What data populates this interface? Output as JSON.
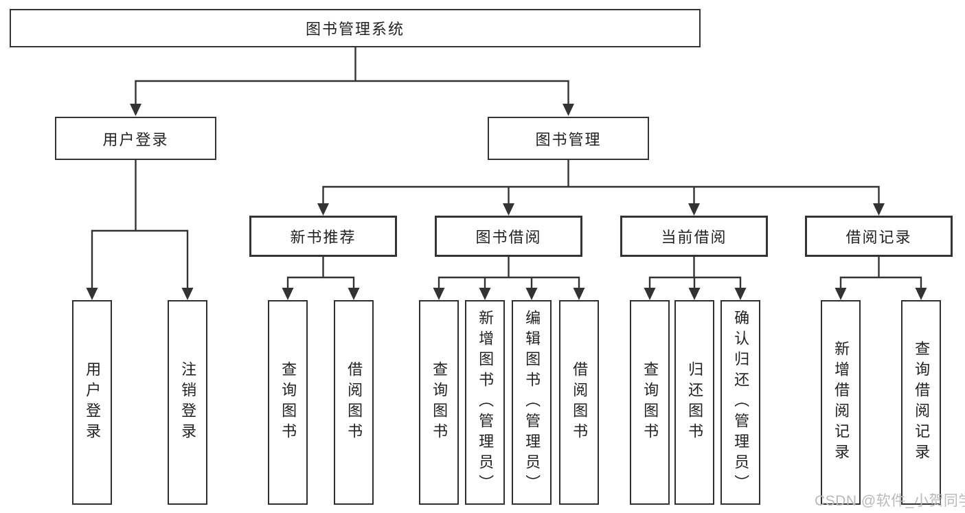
{
  "tree": {
    "root": {
      "label": "图书管理系统"
    },
    "children": [
      {
        "label": "用户登录",
        "children": [
          {
            "label": "用户登录"
          },
          {
            "label": "注销登录"
          }
        ]
      },
      {
        "label": "图书管理",
        "children": [
          {
            "label": "新书推荐",
            "children": [
              {
                "label": "查询图书"
              },
              {
                "label": "借阅图书"
              }
            ]
          },
          {
            "label": "图书借阅",
            "children": [
              {
                "label": "查询图书"
              },
              {
                "label": "新增图书（管理员）"
              },
              {
                "label": "编辑图书（管理员）"
              },
              {
                "label": "借阅图书"
              }
            ]
          },
          {
            "label": "当前借阅",
            "children": [
              {
                "label": "查询图书"
              },
              {
                "label": "归还图书"
              },
              {
                "label": "确认归还（管理员）"
              }
            ]
          },
          {
            "label": "借阅记录",
            "children": [
              {
                "label": "新增借阅记录"
              },
              {
                "label": "查询借阅记录"
              }
            ]
          }
        ]
      }
    ]
  },
  "watermark": {
    "text": "CSDN @软件_小贺同学"
  },
  "colors": {
    "line": "#333333",
    "box_border": "#2f2f2f",
    "text": "#222222",
    "watermark": "#b9b9b9",
    "background": "#ffffff"
  }
}
